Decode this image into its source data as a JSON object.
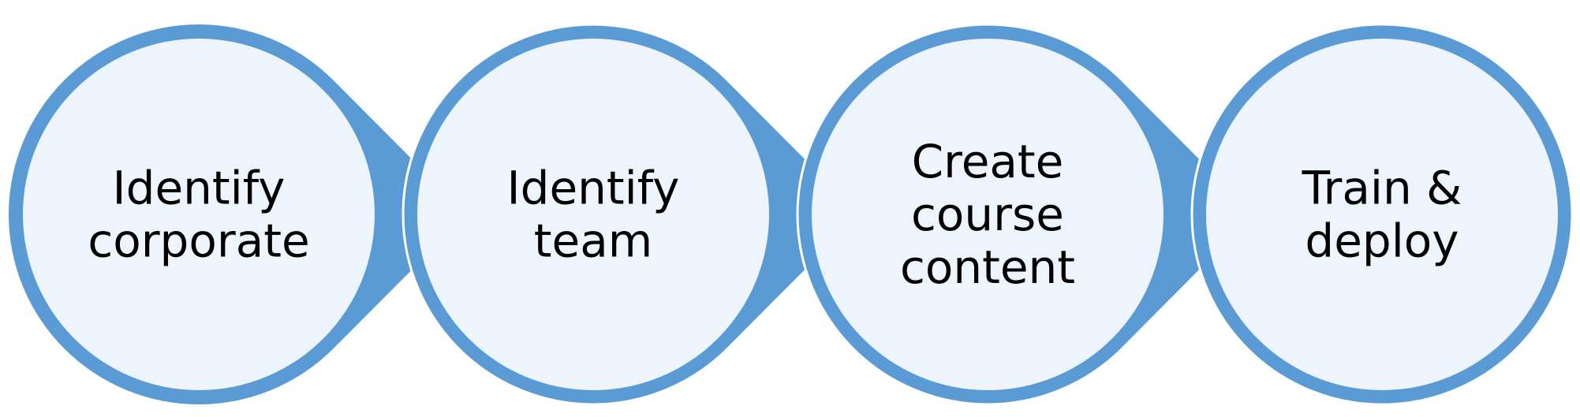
{
  "diagram": {
    "type": "process-flow",
    "colors": {
      "ring": "#5b9bd5",
      "fill": "#eef4fb",
      "text": "#000000"
    },
    "steps": [
      {
        "lines": [
          "Identify",
          "corporate"
        ]
      },
      {
        "lines": [
          "Identify",
          "team"
        ]
      },
      {
        "lines": [
          "Create",
          "course",
          "content"
        ]
      },
      {
        "lines": [
          "Train &",
          "deploy"
        ]
      }
    ]
  }
}
